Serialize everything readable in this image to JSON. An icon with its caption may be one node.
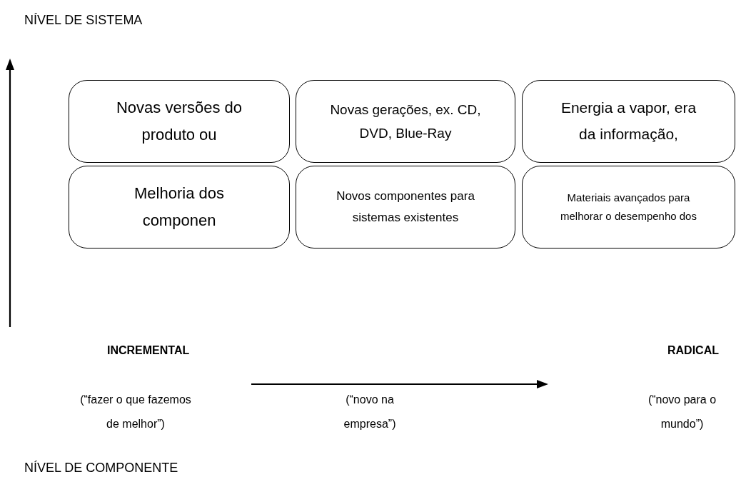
{
  "diagram": {
    "nodes": [
      {
        "text": [
          "Novas versões do produto ou"
        ]
      },
      {
        "text": [
          "Novas gerações, ex. CD, DVD, Blue-Ray"
        ]
      },
      {
        "text": [
          "Energia a vapor, era da informação,"
        ]
      },
      {
        "text": [
          "Melhoria dos componen"
        ]
      },
      {
        "text": [
          "Novos componentes para sistemas existentes"
        ]
      },
      {
        "text": [
          "Materiais avançados para melhorar o desempenho dos"
        ]
      }
    ],
    "labels": [
      "NÍVEL DE SISTEMA",
      "INCREMENTAL",
      "RADICAL",
      "(“fazer o que fazemos de melhor”)",
      "(“novo na empresa”)",
      "(“novo para o mundo”)",
      "NÍVEL DE COMPONENTE"
    ]
  }
}
